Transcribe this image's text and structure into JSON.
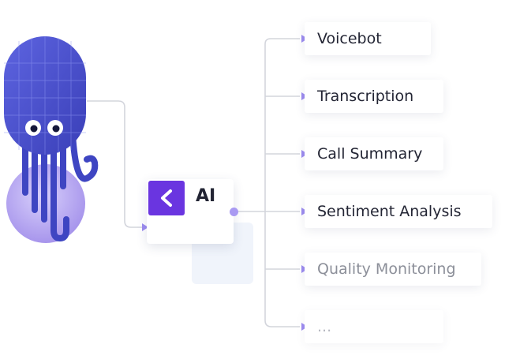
{
  "ai_card": {
    "label": "AI",
    "logo_glyph": "<"
  },
  "outputs": [
    {
      "label": "Voicebot"
    },
    {
      "label": "Transcription"
    },
    {
      "label": "Call Summary"
    },
    {
      "label": "Sentiment Analysis"
    },
    {
      "label": "Quality Monitoring"
    },
    {
      "label": "..."
    }
  ],
  "colors": {
    "brand_purple": "#6a35e0",
    "mascot_blue": "#4a52cc",
    "connector_purple": "#a99af2",
    "line_grey": "#d3d5dc"
  },
  "icons": {
    "mascot": "octopus-mascot-icon",
    "badge": "chevron-left-icon"
  }
}
